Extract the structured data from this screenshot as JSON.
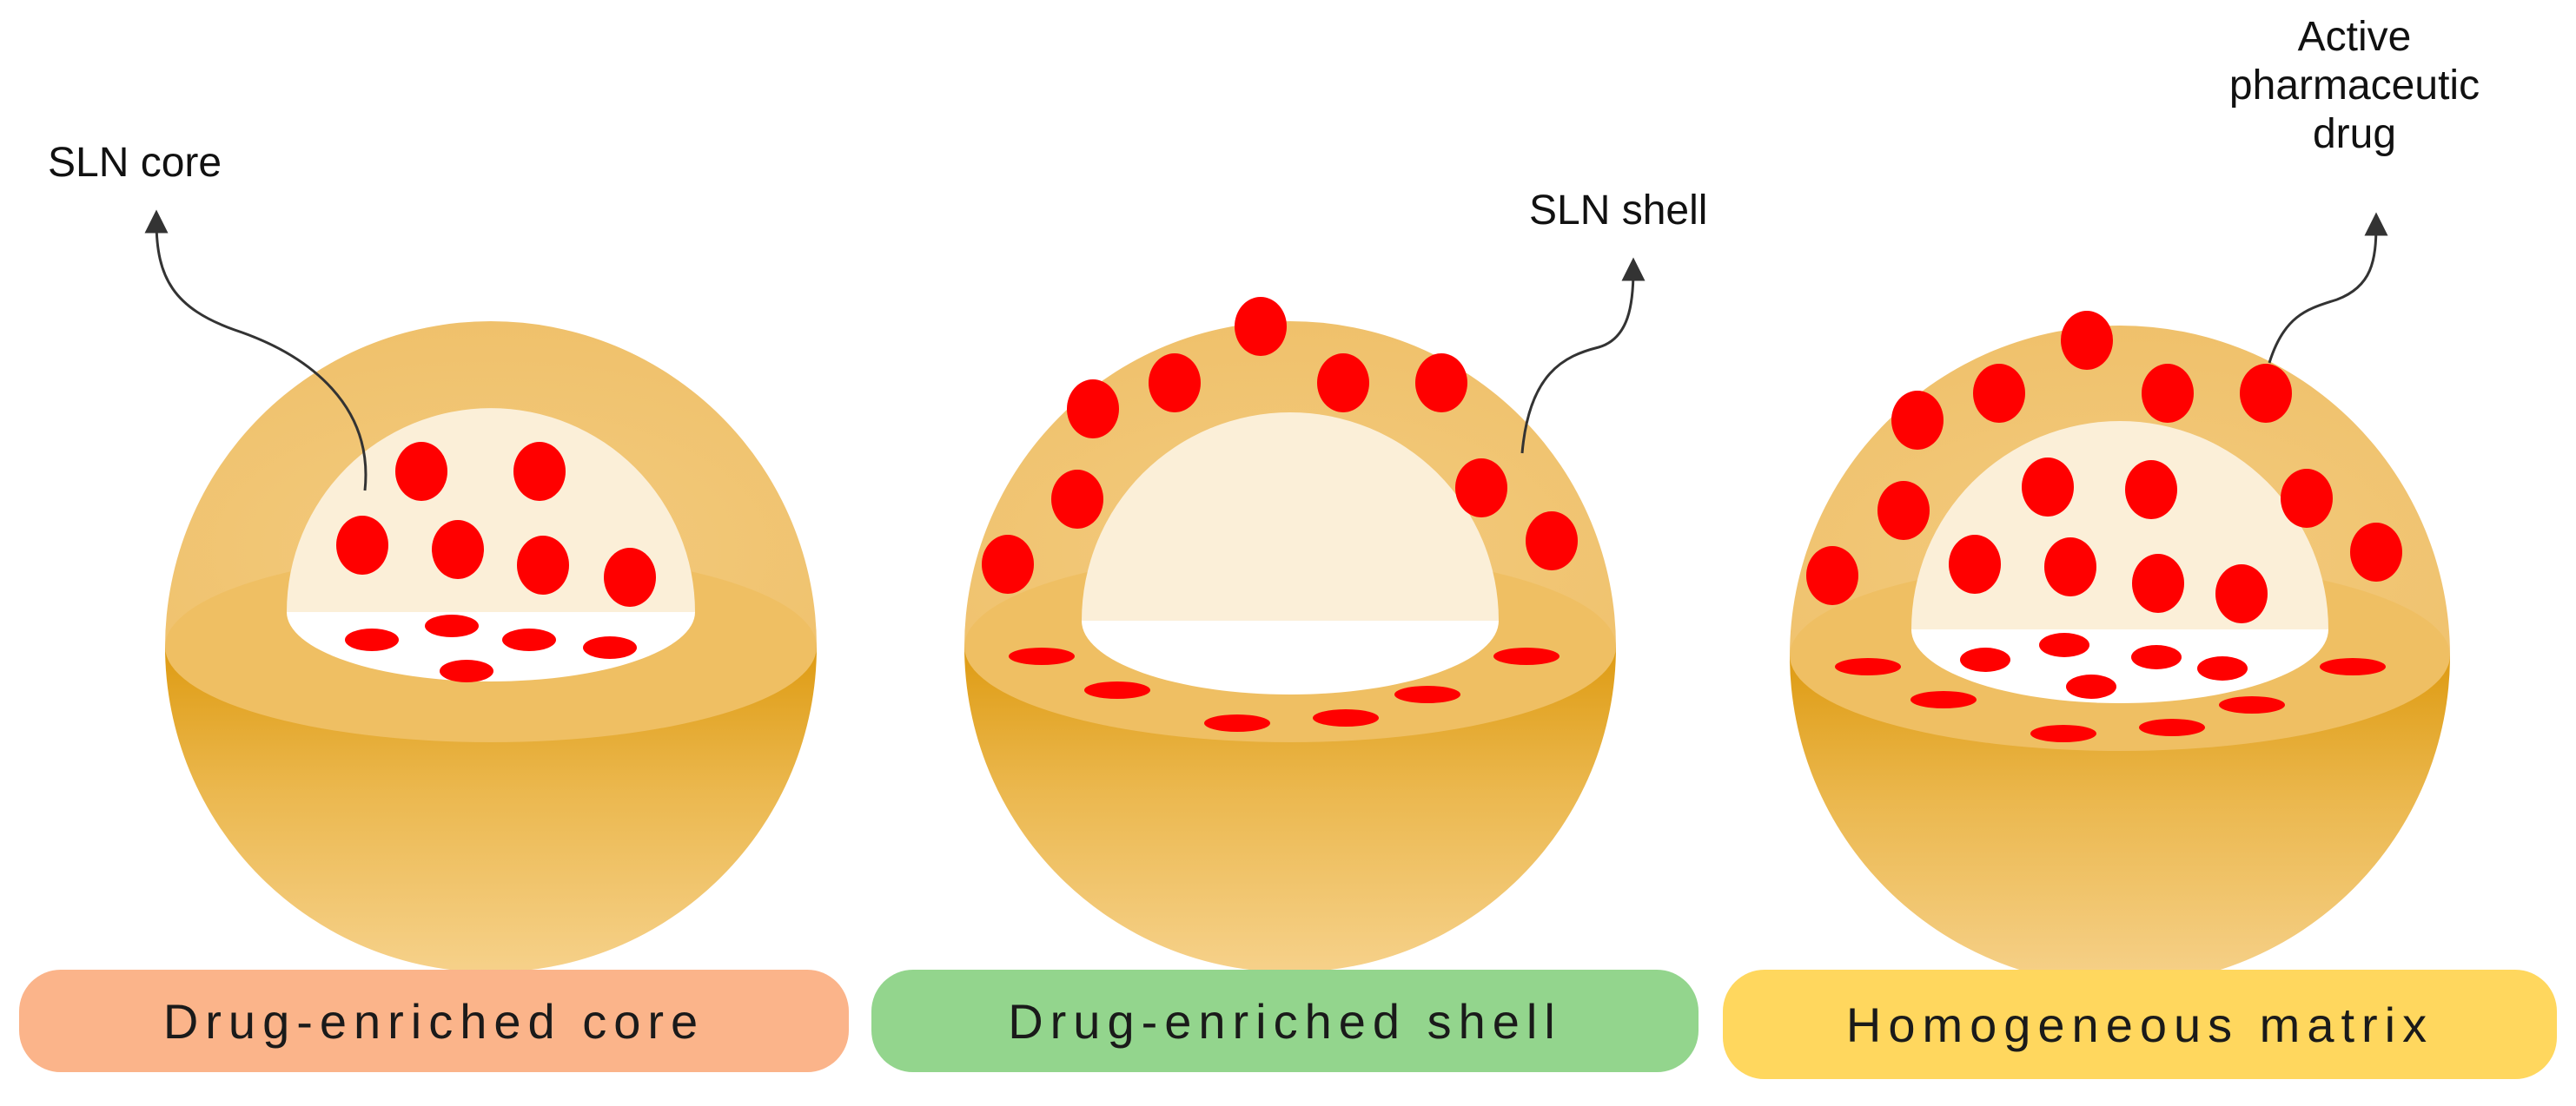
{
  "colors": {
    "shell_light": "#F2C878",
    "shell_dark": "#E2A420",
    "core_cream": "#FBEFD8",
    "drug_red": "#FF0000",
    "arrow": "#333333"
  },
  "annotations": {
    "sln_core": "SLN core",
    "sln_shell": "SLN shell",
    "drug_line1": "Active",
    "drug_line2": "pharmaceutic",
    "drug_line3": "drug"
  },
  "panels": [
    {
      "id": "core",
      "label": "Drug-enriched core",
      "label_color": "#FBB48A"
    },
    {
      "id": "shell",
      "label": "Drug-enriched shell",
      "label_color": "#93D58D"
    },
    {
      "id": "matrix",
      "label": "Homogeneous matrix",
      "label_color": "#FFD75E"
    }
  ]
}
